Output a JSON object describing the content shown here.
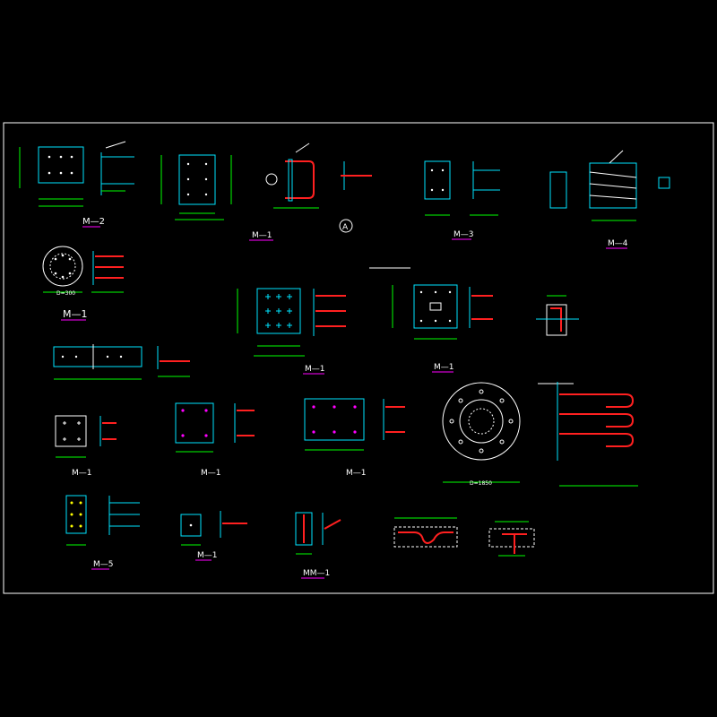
{
  "colors": {
    "background": "#000000",
    "frame": "#ffffff",
    "plate": "#00e5ff",
    "dim": "#00ff00",
    "bar": "#ff2020",
    "title_underline": "#ff00ff",
    "label": "#ffffff",
    "stud": "#ffff00"
  },
  "labels": {
    "m2": "M—2",
    "m1_a": "M—1",
    "m3": "M—3",
    "m4": "M—4",
    "m1_b": "M—1",
    "m1_c": "M—1",
    "m1_d": "M—1",
    "m1_e": "M—1",
    "m1_f": "M—1",
    "m1_g": "M—1",
    "m5": "M—5",
    "m1_h": "M—1",
    "mm1": "MM—1",
    "detail_a": "A",
    "d1": "D=1850",
    "d2": "D=300"
  }
}
